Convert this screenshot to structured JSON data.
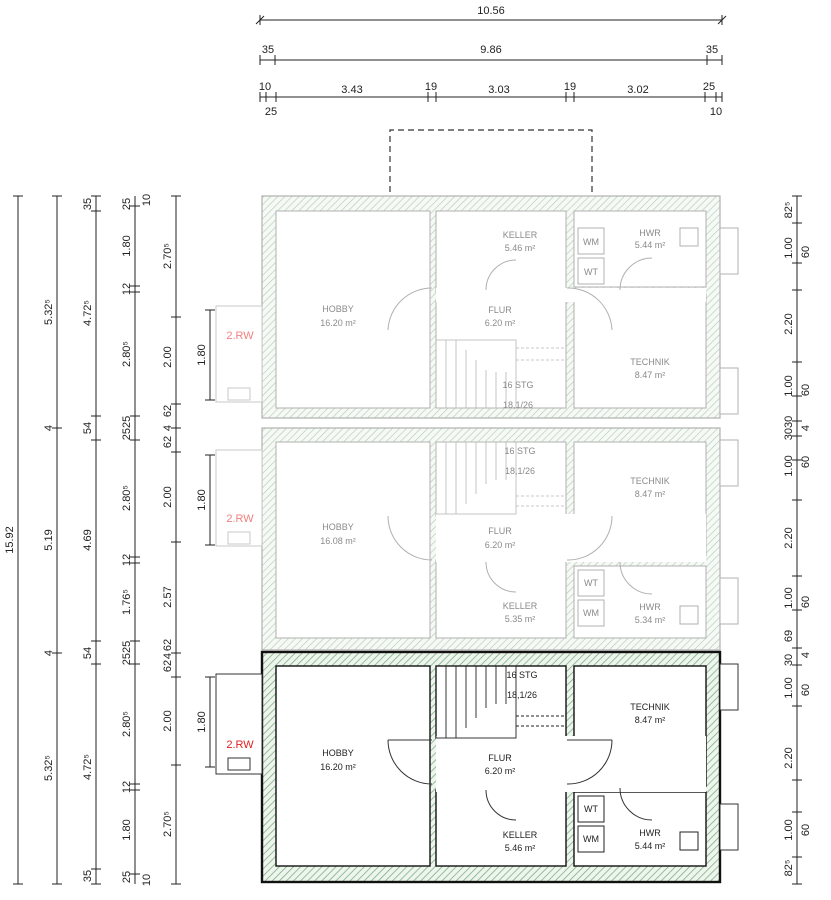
{
  "dimensions": {
    "top_total": "10.56",
    "top_row2": [
      "35",
      "9.86",
      "35"
    ],
    "top_row3": [
      "10",
      "3.43",
      "19",
      "3.03",
      "19",
      "3.02",
      "25"
    ],
    "top_row3_sub": [
      "25",
      "10"
    ],
    "left_total": "15.92",
    "left_col2": [
      "5.32⁵",
      "4",
      "5.19",
      "4",
      "5.32⁵"
    ],
    "left_col3": [
      "35",
      "4.72⁵",
      "54",
      "4.69",
      "54",
      "4.72⁵",
      "35"
    ],
    "left_col4": [
      "25",
      "1.80",
      "12",
      "2.80⁵",
      "2525",
      "2.80⁵",
      "12",
      "1.76⁵",
      "2525",
      "2.80⁵",
      "12",
      "1.80",
      "25"
    ],
    "left_col5": [
      "10",
      "2.70⁵",
      "2.00",
      "62",
      "4",
      "62",
      "2.00",
      "2.57",
      "62",
      "4",
      "62",
      "2.00",
      "2.70⁵",
      "10"
    ],
    "left_col6": [
      "1.80",
      "1.80",
      "1.80"
    ],
    "right_col": [
      "82⁵",
      "1.00",
      "60",
      "2.20",
      "1.00",
      "60",
      "3030",
      "4",
      "1.00",
      "60",
      "2.20",
      "1.00",
      "60",
      "69",
      "30",
      "4",
      "1.00",
      "60",
      "2.20",
      "1.00",
      "60",
      "82⁵"
    ]
  },
  "units": [
    {
      "hobby": {
        "label": "HOBBY",
        "area": "16.20 m²"
      },
      "keller": {
        "label": "KELLER",
        "area": "5.46 m²"
      },
      "hwr": {
        "label": "HWR",
        "area": "5.44 m²"
      },
      "flur": {
        "label": "FLUR",
        "area": "6.20 m²"
      },
      "technik": {
        "label": "TECHNIK",
        "area": "8.47 m²"
      },
      "stair": {
        "steps": "16 STG",
        "ratio": "18,1/26"
      },
      "wm": "WM",
      "wt": "WT",
      "rw": "2.RW"
    },
    {
      "hobby": {
        "label": "HOBBY",
        "area": "16.08 m²"
      },
      "keller": {
        "label": "KELLER",
        "area": "5.35 m²"
      },
      "hwr": {
        "label": "HWR",
        "area": "5.34 m²"
      },
      "flur": {
        "label": "FLUR",
        "area": "6.20 m²"
      },
      "technik": {
        "label": "TECHNIK",
        "area": "8.47 m²"
      },
      "stair": {
        "steps": "16 STG",
        "ratio": "18,1/26"
      },
      "wm": "WM",
      "wt": "WT",
      "rw": "2.RW"
    },
    {
      "hobby": {
        "label": "HOBBY",
        "area": "16.20 m²"
      },
      "keller": {
        "label": "KELLER",
        "area": "5.46 m²"
      },
      "hwr": {
        "label": "HWR",
        "area": "5.44 m²"
      },
      "flur": {
        "label": "FLUR",
        "area": "6.20 m²"
      },
      "technik": {
        "label": "TECHNIK",
        "area": "8.47 m²"
      },
      "stair": {
        "steps": "16 STG",
        "ratio": "18,1/26"
      },
      "wm": "WM",
      "wt": "WT",
      "rw": "2.RW"
    }
  ],
  "colors": {
    "wall_hatch": "#7fb07f",
    "rw_highlight": "#e02020",
    "rw_faded": "#f08080",
    "wall_faded": "#b8b8b8",
    "wall_active": "#111111"
  }
}
